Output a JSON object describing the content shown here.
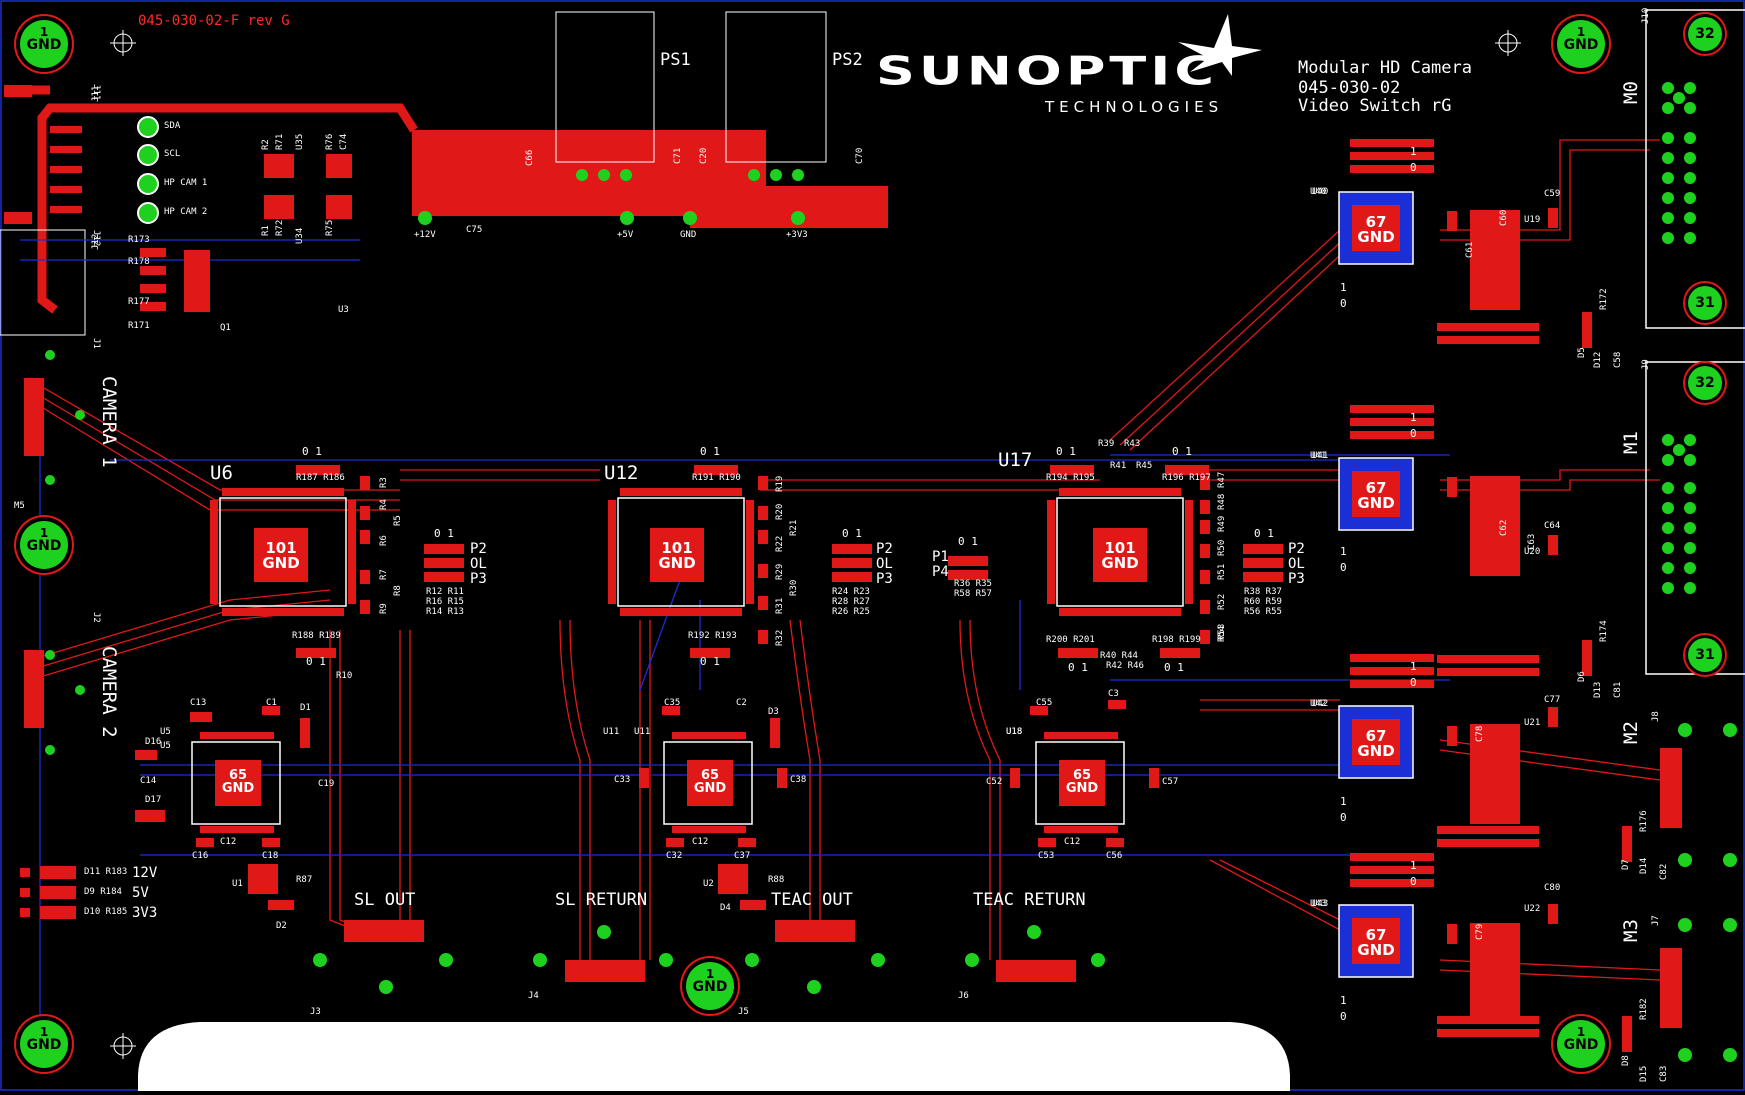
{
  "board": {
    "part_number_rev": "045-030-02-F  rev G",
    "logo_main": "SUNOPTIC",
    "logo_sub": "TECHNOLOGIES",
    "title_lines": [
      "Modular HD Camera",
      "045-030-02",
      "Video Switch rG"
    ]
  },
  "colors": {
    "top_copper": "#e01818",
    "bottom_copper": "#1a2fd6",
    "pad": "#1fd11f",
    "silkscreen": "#ffffff",
    "background": "#000000"
  },
  "connectors": {
    "ps1": "PS1",
    "ps2": "PS2",
    "camera1": "CAMERA 1",
    "camera2": "CAMERA 2",
    "m0": "M0",
    "m1": "M1",
    "m2": "M2",
    "m3": "M3",
    "sl_out": "SL OUT",
    "sl_return": "SL RETURN",
    "teac_out": "TEAC OUT",
    "teac_return": "TEAC RETURN",
    "refs": [
      "J1",
      "J2",
      "J3",
      "J4",
      "J5",
      "J6",
      "J7",
      "J8",
      "J9",
      "J10",
      "J11",
      "J12",
      "M5"
    ]
  },
  "power_labels": [
    "+12V",
    "+5V",
    "GND",
    "+3V3"
  ],
  "control_labels": [
    "SDA",
    "SCL",
    "HP CAM 1",
    "HP CAM 2"
  ],
  "led_rows": [
    {
      "refs": "D11 R183",
      "rail": "12V"
    },
    {
      "refs": "D9  R184",
      "rail": "5V"
    },
    {
      "refs": "D10 R185",
      "rail": "3V3"
    }
  ],
  "gnd_pad": {
    "num": "1",
    "label": "GND"
  },
  "pin_labels": {
    "p32": "32",
    "p31": "31"
  },
  "chips": [
    {
      "ref": "U6",
      "pins": "101",
      "net": "GND"
    },
    {
      "ref": "U12",
      "pins": "101",
      "net": "GND"
    },
    {
      "ref": "U17",
      "pins": "101",
      "net": "GND"
    },
    {
      "ref": "U5",
      "pins": "65",
      "net": "GND"
    },
    {
      "ref": "U11",
      "pins": "65",
      "net": "GND"
    },
    {
      "ref": "U18",
      "pins": "65",
      "net": "GND"
    },
    {
      "ref": "U40",
      "pins": "67",
      "net": "GND"
    },
    {
      "ref": "U41",
      "pins": "67",
      "net": "GND"
    },
    {
      "ref": "U42",
      "pins": "67",
      "net": "GND"
    },
    {
      "ref": "U43",
      "pins": "67",
      "net": "GND"
    }
  ],
  "jumper_labels": {
    "zero_one": "0 1",
    "one": "1",
    "zero": "0",
    "p2": "P2",
    "ol": "OL",
    "p3": "P3",
    "p1": "P1",
    "p4": "P4"
  },
  "refdes": {
    "u6_group": [
      "R187 R186",
      "R3",
      "R4",
      "R5",
      "R6",
      "R7",
      "R8",
      "R9",
      "R12 R11",
      "R16 R15",
      "R14 R13",
      "R188 R189",
      "R10"
    ],
    "u12_group": [
      "R191 R190",
      "R19",
      "R20",
      "R21",
      "R22",
      "R29",
      "R30",
      "R31",
      "R32",
      "R24 R23",
      "R28 R27",
      "R26 R25",
      "R192 R193"
    ],
    "u17_group": [
      "R194 R195",
      "R39",
      "R43",
      "R41",
      "R45",
      "R196 R197",
      "R47",
      "R48",
      "R49",
      "R50",
      "R51",
      "R52",
      "R53",
      "R54",
      "R38 R37",
      "R60 R59",
      "R56 R55",
      "R36 R35",
      "R58 R57",
      "R200 R201",
      "R40 R44",
      "R42 R46",
      "R198 R199"
    ],
    "u5_group": [
      "C13",
      "C1",
      "D1",
      "U5",
      "D16",
      "C14",
      "C19",
      "D17",
      "C16",
      "C18",
      "U1",
      "R87",
      "D2",
      "C12"
    ],
    "u11_group": [
      "C35",
      "C2",
      "D3",
      "U11",
      "C33",
      "C38",
      "C32",
      "C37",
      "U2",
      "R88",
      "D4",
      "C12"
    ],
    "u18_group": [
      "C55",
      "C3",
      "U18",
      "C52",
      "C57",
      "C53",
      "C56",
      "C12"
    ],
    "top_left": [
      "J11",
      "J12",
      "R173",
      "R178",
      "R177",
      "R171",
      "Q1",
      "U3",
      "U35",
      "U34",
      "R2",
      "R71",
      "R76",
      "C74",
      "R1",
      "R72",
      "R75",
      "C66",
      "C75",
      "C71",
      "C20",
      "C70"
    ],
    "right_side": [
      "U40",
      "U41",
      "U42",
      "U43",
      "U19",
      "U20",
      "U21",
      "U22",
      "C59",
      "C60",
      "C61",
      "C62",
      "C63",
      "C64",
      "C77",
      "C78",
      "C79",
      "C80",
      "R172",
      "R174",
      "R176",
      "R182",
      "D5",
      "D6",
      "D7",
      "D8",
      "D12",
      "D13",
      "D14",
      "D15",
      "C58",
      "C81",
      "C82",
      "C83"
    ]
  }
}
